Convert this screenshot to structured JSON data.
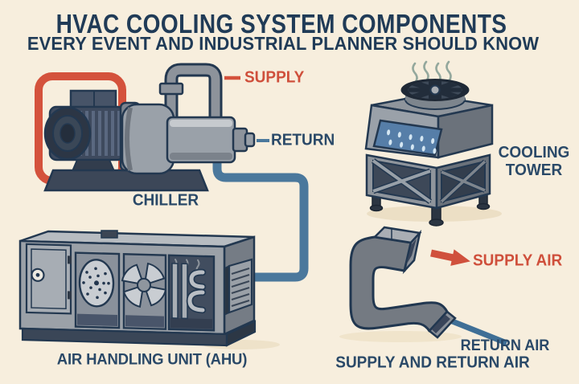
{
  "header": {
    "title": "HVAC COOLING SYSTEM COMPONENTS",
    "subtitle": "EVERY EVENT AND INDUSTRIAL PLANNER SHOULD KNOW"
  },
  "chiller": {
    "label": "CHILLER",
    "supply_label": "SUPPLY",
    "return_label": "RETURN"
  },
  "cooling_tower": {
    "label_line1": "COOLING",
    "label_line2": "TOWER"
  },
  "ahu": {
    "label": "AIR HANDLING UNIT (AHU)"
  },
  "duct": {
    "supply_air_label": "SUPPLY AIR",
    "return_air_label": "RETURN AIR",
    "caption": "SUPPLY AND RETURN AIR"
  },
  "illustrations": [
    "chiller-pump-icon",
    "supply-pipe-loop-icon",
    "return-pipe-icon",
    "cooling-tower-icon",
    "heat-squiggles-icon",
    "air-handling-unit-icon",
    "duct-icon",
    "supply-air-arrow-icon"
  ],
  "colors": {
    "background": "#f7eedd",
    "navy_dark": "#203b57",
    "navy": "#2a4968",
    "red": "#cf4f3b",
    "pipe_blue": "#4b789c"
  }
}
